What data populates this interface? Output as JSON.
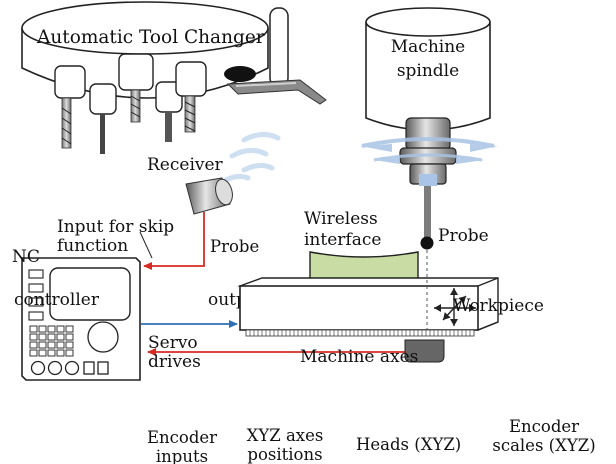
{
  "labels": {
    "atc": "Automatic Tool Changer",
    "spindle_line1": "Machine",
    "spindle_line2": "spindle",
    "receiver": "Receiver",
    "input_skip_line1": "Input for skip",
    "input_skip_line2": "function",
    "nc": "NC",
    "controller": "controller",
    "probe_signal": "Probe",
    "wireless_line1": "Wireless",
    "wireless_line2": "interface",
    "probe_tip": "Probe",
    "output": "output",
    "workpiece": "Workpiece",
    "servo_line1": "Servo",
    "servo_line2": "drives",
    "machine_axes": "Machine axes",
    "encoder_inputs_line1": "Encoder",
    "encoder_inputs_line2": "inputs",
    "xyz_line1": "XYZ axes",
    "xyz_line2": "positions",
    "heads": "Heads (XYZ)",
    "encoder_scales_line1": "Encoder",
    "encoder_scales_line2": "scales (XYZ)"
  },
  "colors": {
    "signal_arrow": "#d62b22",
    "output_arrow": "#2f6fb3",
    "wireless_pad": "#c9dca4",
    "wireless_waves": "#a9c4e6",
    "probe_body": "#7d7d7d"
  }
}
